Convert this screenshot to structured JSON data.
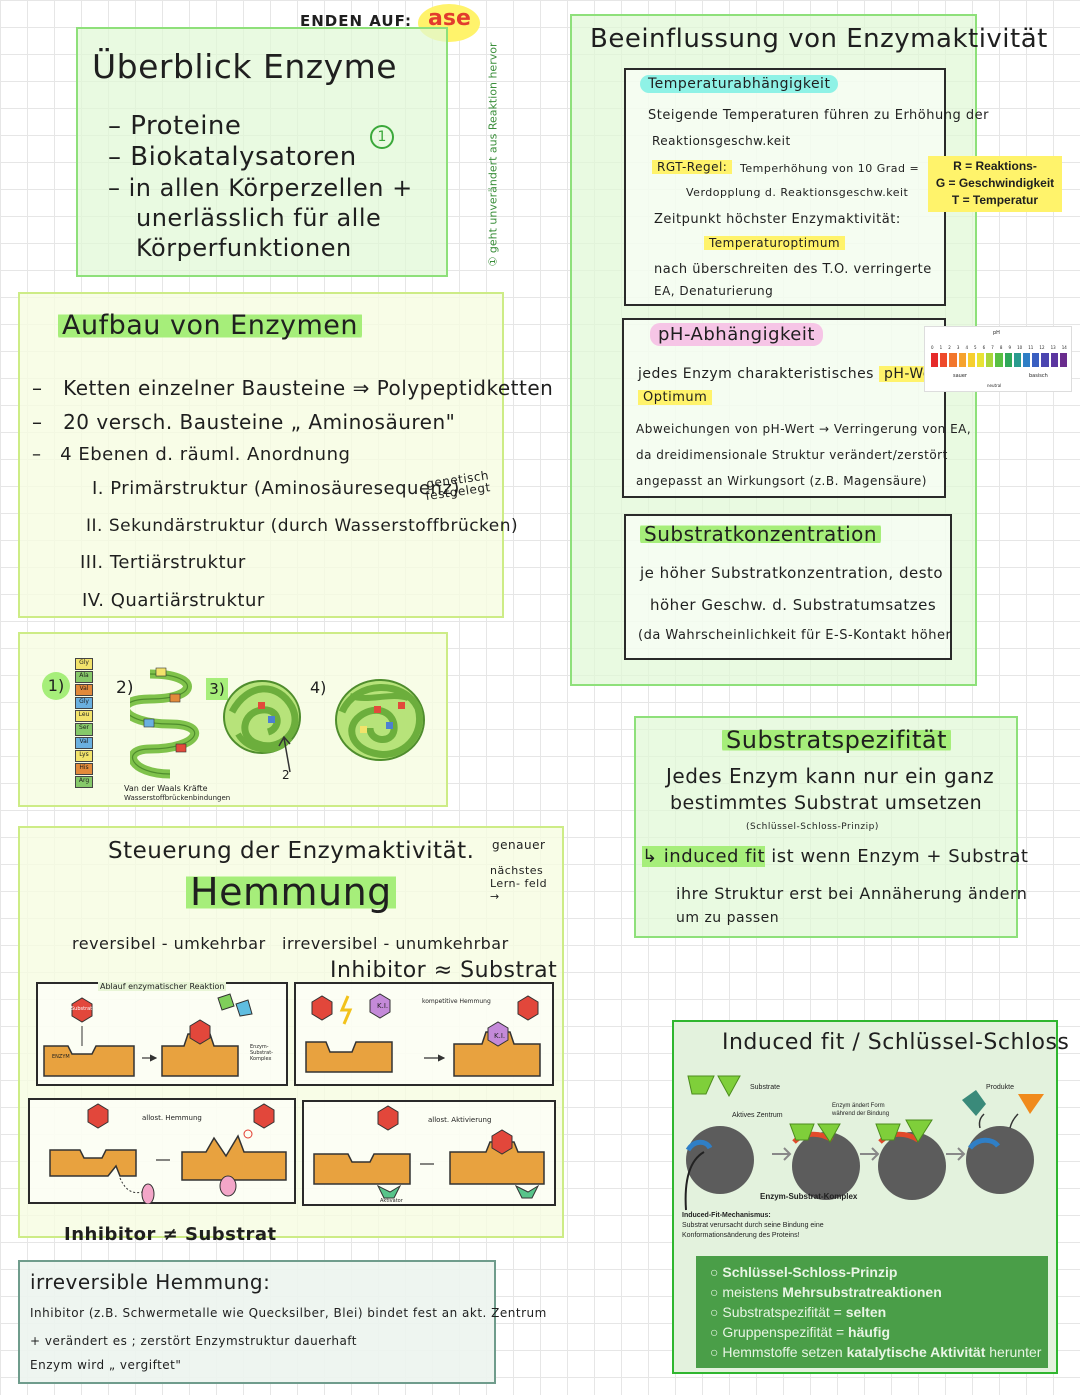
{
  "colors": {
    "green_border": "#8ee07a",
    "lime_border": "#cdec86",
    "highlight_green": "#a6ee7a",
    "highlight_yellow": "#fff36b",
    "enzyme_orange": "#e8a23f",
    "substrate_red": "#e2473b",
    "inhibitor_purple": "#c48ad9"
  },
  "header": {
    "ends_with_label": "ENDEN AUF:",
    "dash": "-",
    "ase": "ase"
  },
  "overview": {
    "title": "Überblick Enzyme",
    "items": [
      "Proteine",
      "Biokatalysatoren",
      "in allen Körperzellen +",
      "unerlässlich für alle",
      "Körperfunktionen"
    ],
    "marker": "1",
    "side_note": "① geht unverändert aus Reaktion hervor"
  },
  "structure": {
    "title": "Aufbau von Enzymen",
    "lines": [
      "Ketten einzelner Bausteine ⇒ Polypeptidketten",
      "20 versch. Bausteine „ Aminosäuren\"",
      "4 Ebenen d. räuml. Anordnung"
    ],
    "levels": [
      {
        "num": "I.",
        "text": "Primärstruktur (Aminosäuresequenz)"
      },
      {
        "num": "II.",
        "text": "Sekundärstruktur (durch Wasserstoffbrücken)"
      },
      {
        "num": "III.",
        "text": "Tertiärstruktur"
      },
      {
        "num": "IV.",
        "text": "Quartiärstruktur"
      }
    ],
    "genetic_note": "genetisch festgelegt"
  },
  "illustration": {
    "labels": [
      "1)",
      "2)",
      "3)",
      "4)"
    ],
    "amino_acids": [
      "Gly",
      "Ala",
      "Val",
      "Gly",
      "Leu",
      "Ser",
      "Val",
      "Lys",
      "His",
      "Arg"
    ],
    "note_line1": "Van der Waals Kräfte",
    "note_line2": "Wasserstoffbrückenbindungen",
    "arrow_label": "2"
  },
  "regulation": {
    "title": "Steuerung der Enzymaktivität.",
    "subtitle": "Hemmung",
    "reversible": "reversibel - umkehrbar",
    "irreversible": "irreversibel - unumkehrbar",
    "inhibitor_similar": "Inhibitor ≈ Substrat",
    "inhibitor_not": "Inhibitor ≠ Substrat",
    "side_note_1": "genauer",
    "side_note_2": "nächstes Lern- feld →",
    "panel_labels": [
      "Ablauf enzymatischer Reaktion",
      "kompetitive Hemmung",
      "allost. Hemmung",
      "allost. Aktivierung"
    ],
    "diagram_words": {
      "substrat": "Substrat",
      "enzym": "ENZYM",
      "ki": "K.I.",
      "complex": "Enzym-Substrat-Komplex",
      "active": "aktives Zentrum",
      "activator": "Aktivator"
    }
  },
  "irreversible_box": {
    "title": "irreversible Hemmung:",
    "lines": [
      "Inhibitor (z.B. Schwermetalle wie Quecksilber, Blei) bindet fest an akt. Zentrum",
      "+ verändert es ; zerstört Enzymstruktur dauerhaft",
      "Enzym wird „ vergiftet\""
    ]
  },
  "influence": {
    "title": "Beeinflussung von Enzymaktivität",
    "temp": {
      "title": "Temperaturabhängigkeit",
      "lines": [
        "Steigende Temperaturen führen zu Erhöhung der",
        "Reaktionsgeschw.keit",
        "RGT-Regel:",
        "Temperhöhung von 10 Grad =",
        "Verdopplung d. Reaktionsgeschw.keit",
        "Zeitpunkt höchster Enzymaktivität:",
        "Temperaturoptimum",
        "nach überschreiten des T.O. verringerte",
        "EA, Denaturierung"
      ]
    },
    "rgt_legend": [
      "R = Reaktions-",
      "G = Geschwindigkeit",
      "T = Temperatur"
    ],
    "ph": {
      "title": "pH-Abhängigkeit",
      "lines": [
        "jedes Enzym charakteristisches",
        "pH-Wert-",
        "Optimum",
        "Abweichungen von pH-Wert → Verringerung von EA,",
        "da dreidimensionale Struktur verändert/zerstört",
        "angepasst an Wirkungsort (z.B. Magensäure)"
      ]
    },
    "ph_scale": {
      "label": "pH",
      "ticks": [
        "0",
        "1",
        "2",
        "3",
        "4",
        "5",
        "6",
        "7",
        "8",
        "9",
        "10",
        "11",
        "12",
        "13",
        "14"
      ],
      "acid": "sauer",
      "neutral": "neutral",
      "base": "basisch"
    },
    "substrate": {
      "title": "Substratkonzentration",
      "lines": [
        "je höher Substratkonzentration, desto",
        "höher Geschw. d. Substratumsatzes",
        "(da Wahrscheinlichkeit für E-S-Kontakt höher"
      ]
    }
  },
  "specificity": {
    "title": "Substratspezifität",
    "line1": "Jedes Enzym kann nur ein ganz",
    "line2": "bestimmtes Substrat umsetzen",
    "principle": "(Schlüssel-Schloss-Prinzip)",
    "induced_lead": "↳ induced fit",
    "induced_rest": "ist wenn Enzym + Substrat",
    "induced_line2": "ihre Struktur erst bei Annäherung ändern",
    "induced_line3": "um zu passen"
  },
  "induced": {
    "title": "Induced fit / Schlüssel-Schloss",
    "labels": {
      "substrate": "Substrate",
      "active_center": "Aktives Zentrum",
      "enzyme_changes_1": "Enzym ändert Form",
      "enzyme_changes_2": "während der Bindung",
      "products": "Produkte",
      "complex": "Enzym-Substrat-Komplex",
      "mech_title": "Induced-Fit-Mechanismus:",
      "mech_1": "Substrat verursacht durch seine Bindung eine",
      "mech_2": "Konformationsänderung des Proteins!"
    },
    "list": [
      {
        "bold": "Schlüssel-Schloss-Prinzip",
        "rest": ""
      },
      {
        "bold": "",
        "pre": "meistens ",
        "strong": "Mehrsubstratreaktionen"
      },
      {
        "bold": "",
        "pre": "Substratspezifität = ",
        "strong": "selten"
      },
      {
        "bold": "",
        "pre": "Gruppenspezifität = ",
        "strong": "häufig"
      },
      {
        "bold": "",
        "pre": "Hemmstoffe setzen ",
        "strong": "katalytische Aktivität",
        "post": " herunter"
      }
    ]
  }
}
